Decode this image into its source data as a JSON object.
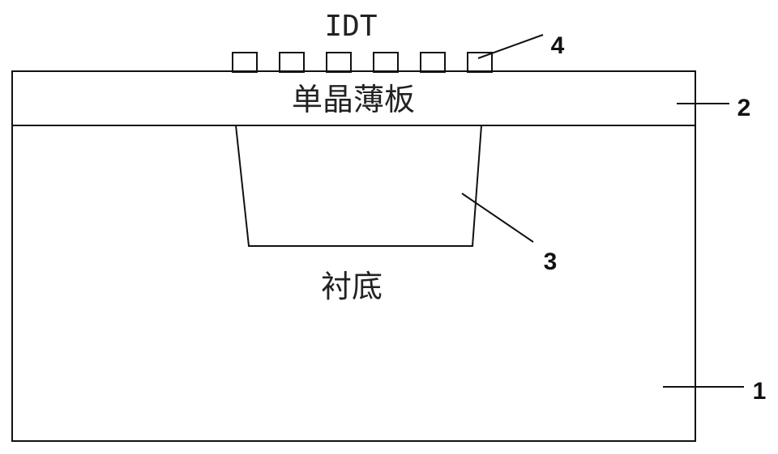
{
  "labels": {
    "idt": "IDT",
    "thin_plate": "单晶薄板",
    "substrate": "衬底"
  },
  "callouts": {
    "substrate_ref": "1",
    "thin_plate_ref": "2",
    "cavity_ref": "3",
    "idt_ref": "4"
  },
  "idt": {
    "electrode_count": 6
  },
  "colors": {
    "line": "#111111",
    "background": "#ffffff"
  }
}
